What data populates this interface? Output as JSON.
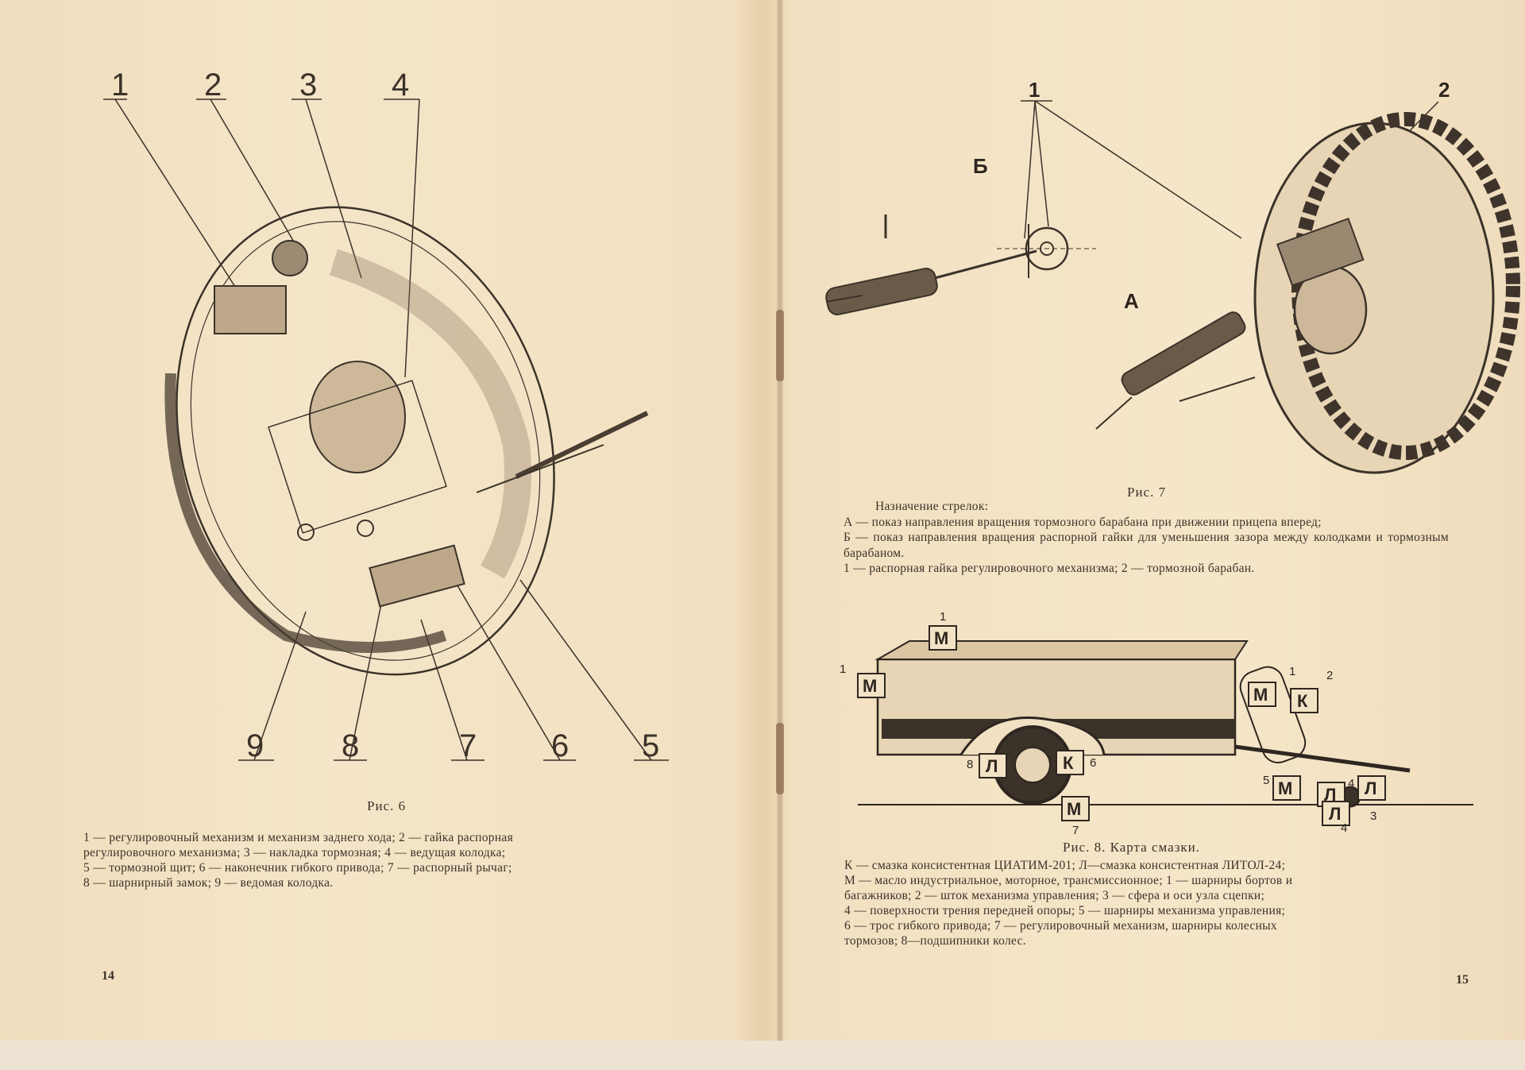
{
  "left_page": {
    "figure_callouts": [
      "1",
      "2",
      "3",
      "4",
      "9",
      "8",
      "7",
      "6",
      "5"
    ],
    "figure_caption": "Рис. 6",
    "legend": [
      "1 — регулировочный механизм и механизм заднего хода; 2 — гайка распорная",
      "регулировочного механизма; 3 — накладка тормозная; 4 — ведущая колодка;",
      "5 — тормозной щит; 6 — наконечник гибкого привода; 7 — распорный рычаг;",
      "8 — шарнирный замок; 9 — ведомая колодка."
    ],
    "page_number": "14"
  },
  "right_page": {
    "fig7_callouts": {
      "one": "1",
      "two": "2",
      "b_top": "Б",
      "b_right": "Б",
      "a": "А"
    },
    "fig7_caption": "Рис. 7",
    "fig7_legend": [
      "Назначение стрелок:",
      "А — показ направления вращения тормозного барабана при движении прицепа вперед;",
      "Б — показ направления вращения распорной гайки для уменьшения зазора между колодками и тормозным барабаном.",
      "1 — распорная гайка регулировочного механизма; 2 — тормозной барабан."
    ],
    "fig8_markers": {
      "m": "М",
      "k": "К",
      "l": "Л",
      "n1": "1",
      "n2": "2",
      "n3": "3",
      "n4": "4",
      "n5": "5",
      "n6": "6",
      "n7": "7",
      "n8": "8"
    },
    "fig8_caption": "Рис. 8. Карта смазки.",
    "fig8_legend": [
      "К — смазка консистентная ЦИАТИМ-201; Л—смазка консистентная ЛИТОЛ-24;",
      "М — масло индустриальное, моторное, трансмиссионное; 1 — шарниры бортов и",
      "багажников; 2 — шток механизма управления; 3 — сфера и оси узла сцепки;",
      "4 — поверхности трения передней опоры; 5 — шарниры механизма управления;",
      "6 — трос гибкого привода; 7 — регулировочный механизм, шарниры колесных",
      "тормозов; 8—подшипники колес."
    ],
    "page_number": "15"
  }
}
